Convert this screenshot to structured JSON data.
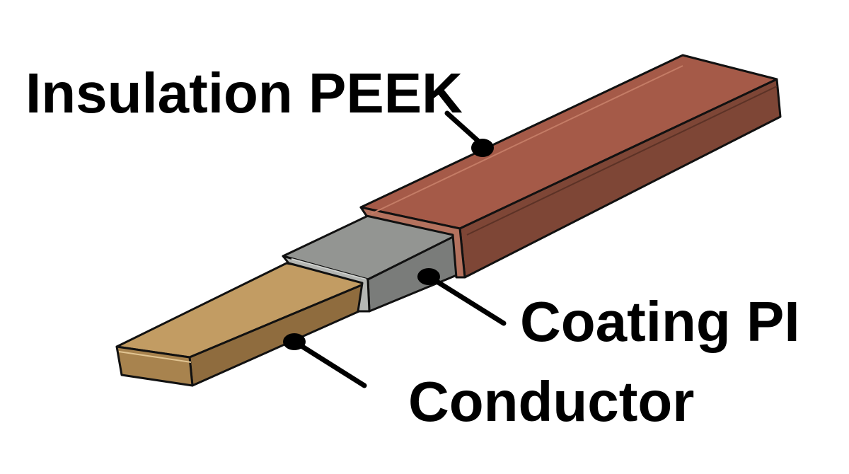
{
  "labels": {
    "insulation": "Insulation PEEK",
    "coating": "Coating PI",
    "conductor": "Conductor"
  },
  "colors": {
    "insulation_top": "#a55a48",
    "insulation_side": "#7e4636",
    "insulation_end": "#b4725e",
    "coating_top": "#939592",
    "coating_side": "#7a7c7a",
    "coating_end": "#b4b6b3",
    "conductor_top": "#c29c63",
    "conductor_side": "#8f6c3e",
    "conductor_end": "#a8834e",
    "outline": "#111111",
    "text": "#000000"
  }
}
